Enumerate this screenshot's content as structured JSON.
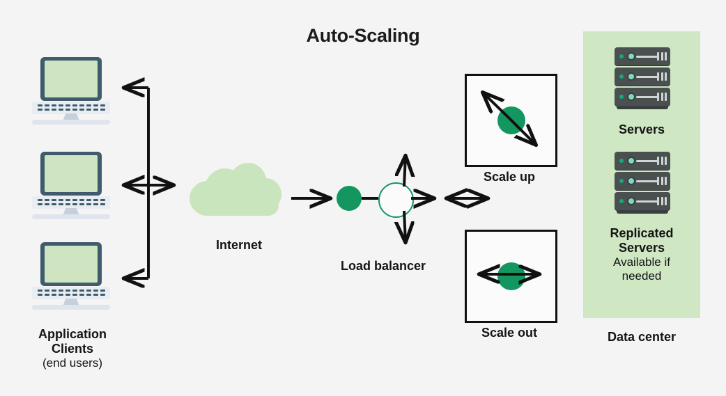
{
  "diagram": {
    "title": "Auto-Scaling",
    "background_color": "#f4f4f4",
    "accent_green": "#13965f",
    "panel_green": "#cfe7c3",
    "laptop_frame": "#3f5b6c",
    "line_color": "#111111"
  },
  "clients": {
    "label_line1": "Application",
    "label_line2": "Clients",
    "label_line3": "(end users)",
    "icon_name": "laptop-icon",
    "count": 3
  },
  "internet": {
    "label": "Internet",
    "icon_name": "cloud-icon"
  },
  "load_balancer": {
    "label": "Load balancer",
    "node_icon": "filled-circle-node",
    "balancer_icon": "open-circle-node"
  },
  "scale_up": {
    "label": "Scale up",
    "icon_name": "diagonal-double-arrow-icon"
  },
  "scale_out": {
    "label": "Scale out",
    "icon_name": "horizontal-double-arrow-icon"
  },
  "data_center": {
    "panel_label": "Data center",
    "servers": {
      "label": "Servers",
      "icon_name": "server-stack-icon",
      "units": 3
    },
    "replicated_servers": {
      "label_line1": "Replicated",
      "label_line2": "Servers",
      "note_line1": "Available if",
      "note_line2": "needed",
      "icon_name": "server-stack-icon",
      "units": 3
    }
  }
}
